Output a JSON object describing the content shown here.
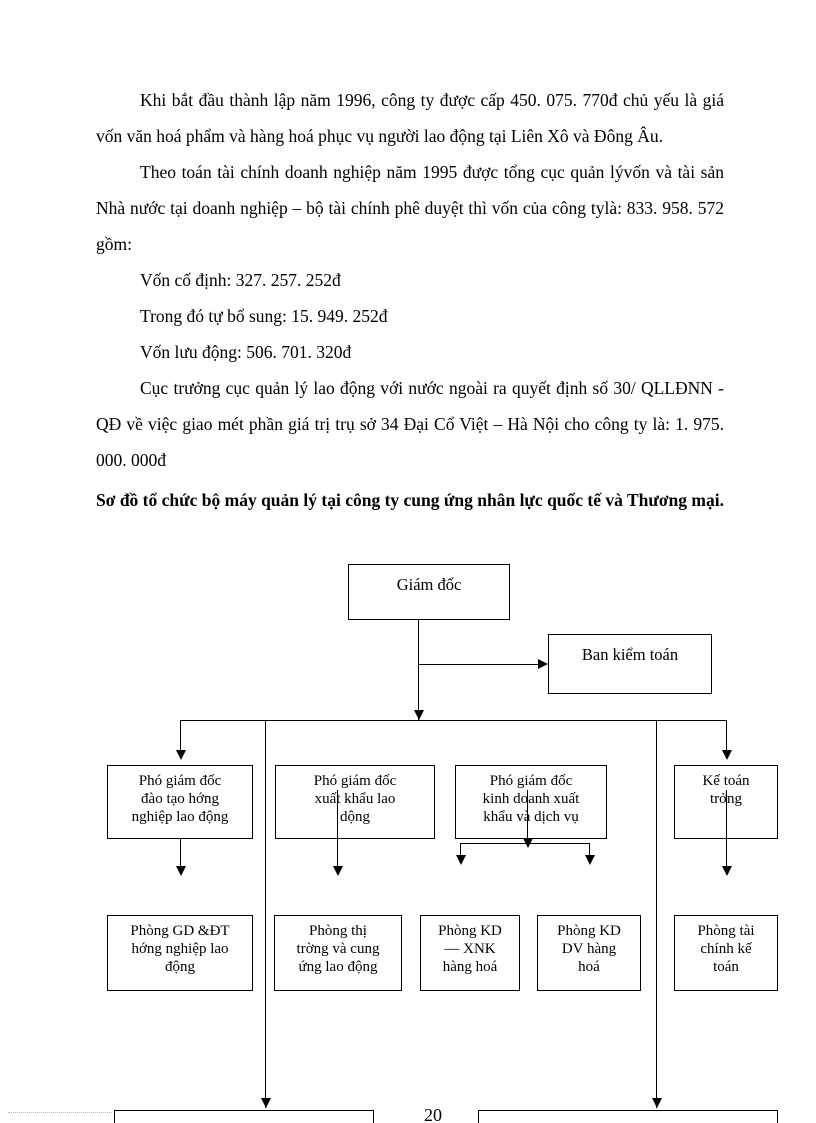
{
  "document": {
    "page_number": "20",
    "paragraphs": [
      "Khi bắt đầu thành lập năm 1996, công ty được cấp 450. 075. 770đ chủ yếu là giá vốn văn hoá phẩm và hàng hoá phục vụ người lao động tại Liên Xô và Đông Âu.",
      "Theo toán tài chính doanh nghiệp năm 1995 được tổng cục quản lývốn và tài sản Nhà nước tại doanh nghiệp – bộ tài chính phê duyệt thì vốn của công tylà: 833. 958. 572 gồm:"
    ],
    "list_lines": [
      "Vốn cố định: 327. 257. 252đ",
      "Trong đó tự bổ sung: 15. 949. 252đ",
      "Vốn lưu động: 506. 701. 320đ"
    ],
    "paragraph_3": "Cục trưởng cục quản lý lao động với nước ngoài ra quyết định số 30/ QLLĐNN - QĐ về việc giao mét phần giá trị trụ sở 34 Đại Cổ Việt – Hà Nội cho công ty là: 1. 975. 000. 000đ",
    "chart_title": "Sơ đồ tổ chức bộ máy quản lý tại công ty cung ứng nhân lực quốc tế và Thương mại."
  },
  "chart_data": {
    "type": "diagram",
    "title": "Sơ đồ tổ chức bộ máy quản lý tại công ty cung ứng nhân lực quốc tế và Thương mại.",
    "nodes": {
      "director": "Giám đốc",
      "audit_board": "Ban kiểm toán",
      "deputy_1": "Phó giám đốc\nđào tạo hớng\nnghiệp lao động",
      "deputy_2": "Phó giám đốc\nxuất khẩu lao\ndộng",
      "deputy_3": "Phó giám đốc\nkinh doanh xuất\nkhẩu và dịch vụ",
      "chief_accountant": "Kế toán\ntrởng",
      "dept_1": "Phòng GD &ĐT\nhớng   nghiệp lao\nđộng",
      "dept_2": "Phòng thị\ntrờng   và cung\nứng lao động",
      "dept_3": "Phòng KD\n— XNK\nhàng hoá",
      "dept_4": "Phòng KD\nDV hàng\nhoá",
      "dept_5": "Phòng tài\nchính kế\ntoán"
    },
    "edges": [
      {
        "from": "director",
        "to": "audit_board",
        "style": "arrow-right"
      },
      {
        "from": "director",
        "to": "deputy_1",
        "style": "arrow-down"
      },
      {
        "from": "director",
        "to": "deputy_2",
        "style": "arrow-down"
      },
      {
        "from": "director",
        "to": "deputy_3",
        "style": "arrow-down"
      },
      {
        "from": "director",
        "to": "chief_accountant",
        "style": "arrow-down"
      },
      {
        "from": "deputy_1",
        "to": "dept_1",
        "style": "arrow-down"
      },
      {
        "from": "deputy_2",
        "to": "dept_2",
        "style": "arrow-down"
      },
      {
        "from": "deputy_3",
        "to": "dept_3",
        "style": "arrow-down"
      },
      {
        "from": "deputy_3",
        "to": "dept_4",
        "style": "arrow-down"
      },
      {
        "from": "chief_accountant",
        "to": "dept_5",
        "style": "arrow-down"
      }
    ],
    "colors": {
      "line": "#000000",
      "box_border": "#000000",
      "background": "#ffffff"
    }
  }
}
